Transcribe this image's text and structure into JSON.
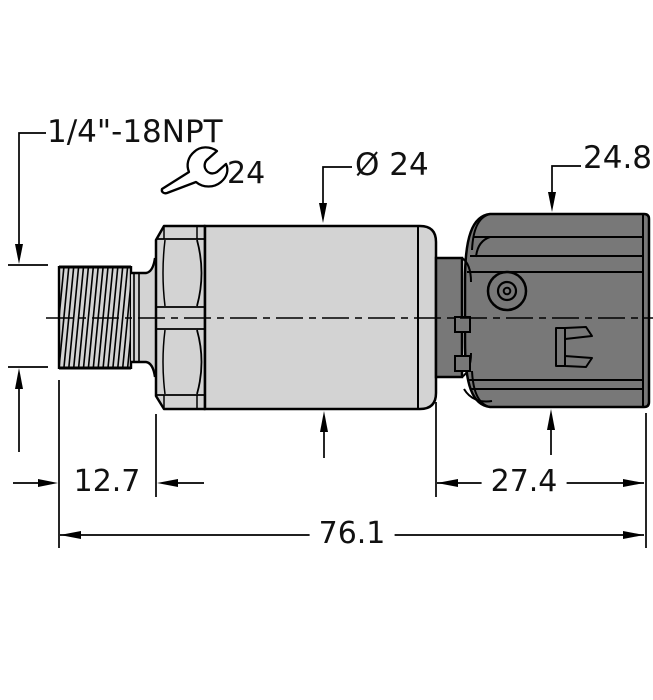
{
  "drawing": {
    "type": "technical-dimension-drawing",
    "labels": {
      "thread_spec": "1/4\"-18NPT",
      "wrench_size": "24",
      "body_diameter": "Ø 24",
      "connector_height": "24.8"
    },
    "dimensions": {
      "port_length": "12.7",
      "connector_length": "27.4",
      "overall_length": "76.1"
    },
    "colors": {
      "body_light": "#d3d3d3",
      "connector_dark": "#787878",
      "line": "#000000",
      "background": "#ffffff"
    },
    "icons": {
      "wrench": "wrench-icon"
    }
  }
}
